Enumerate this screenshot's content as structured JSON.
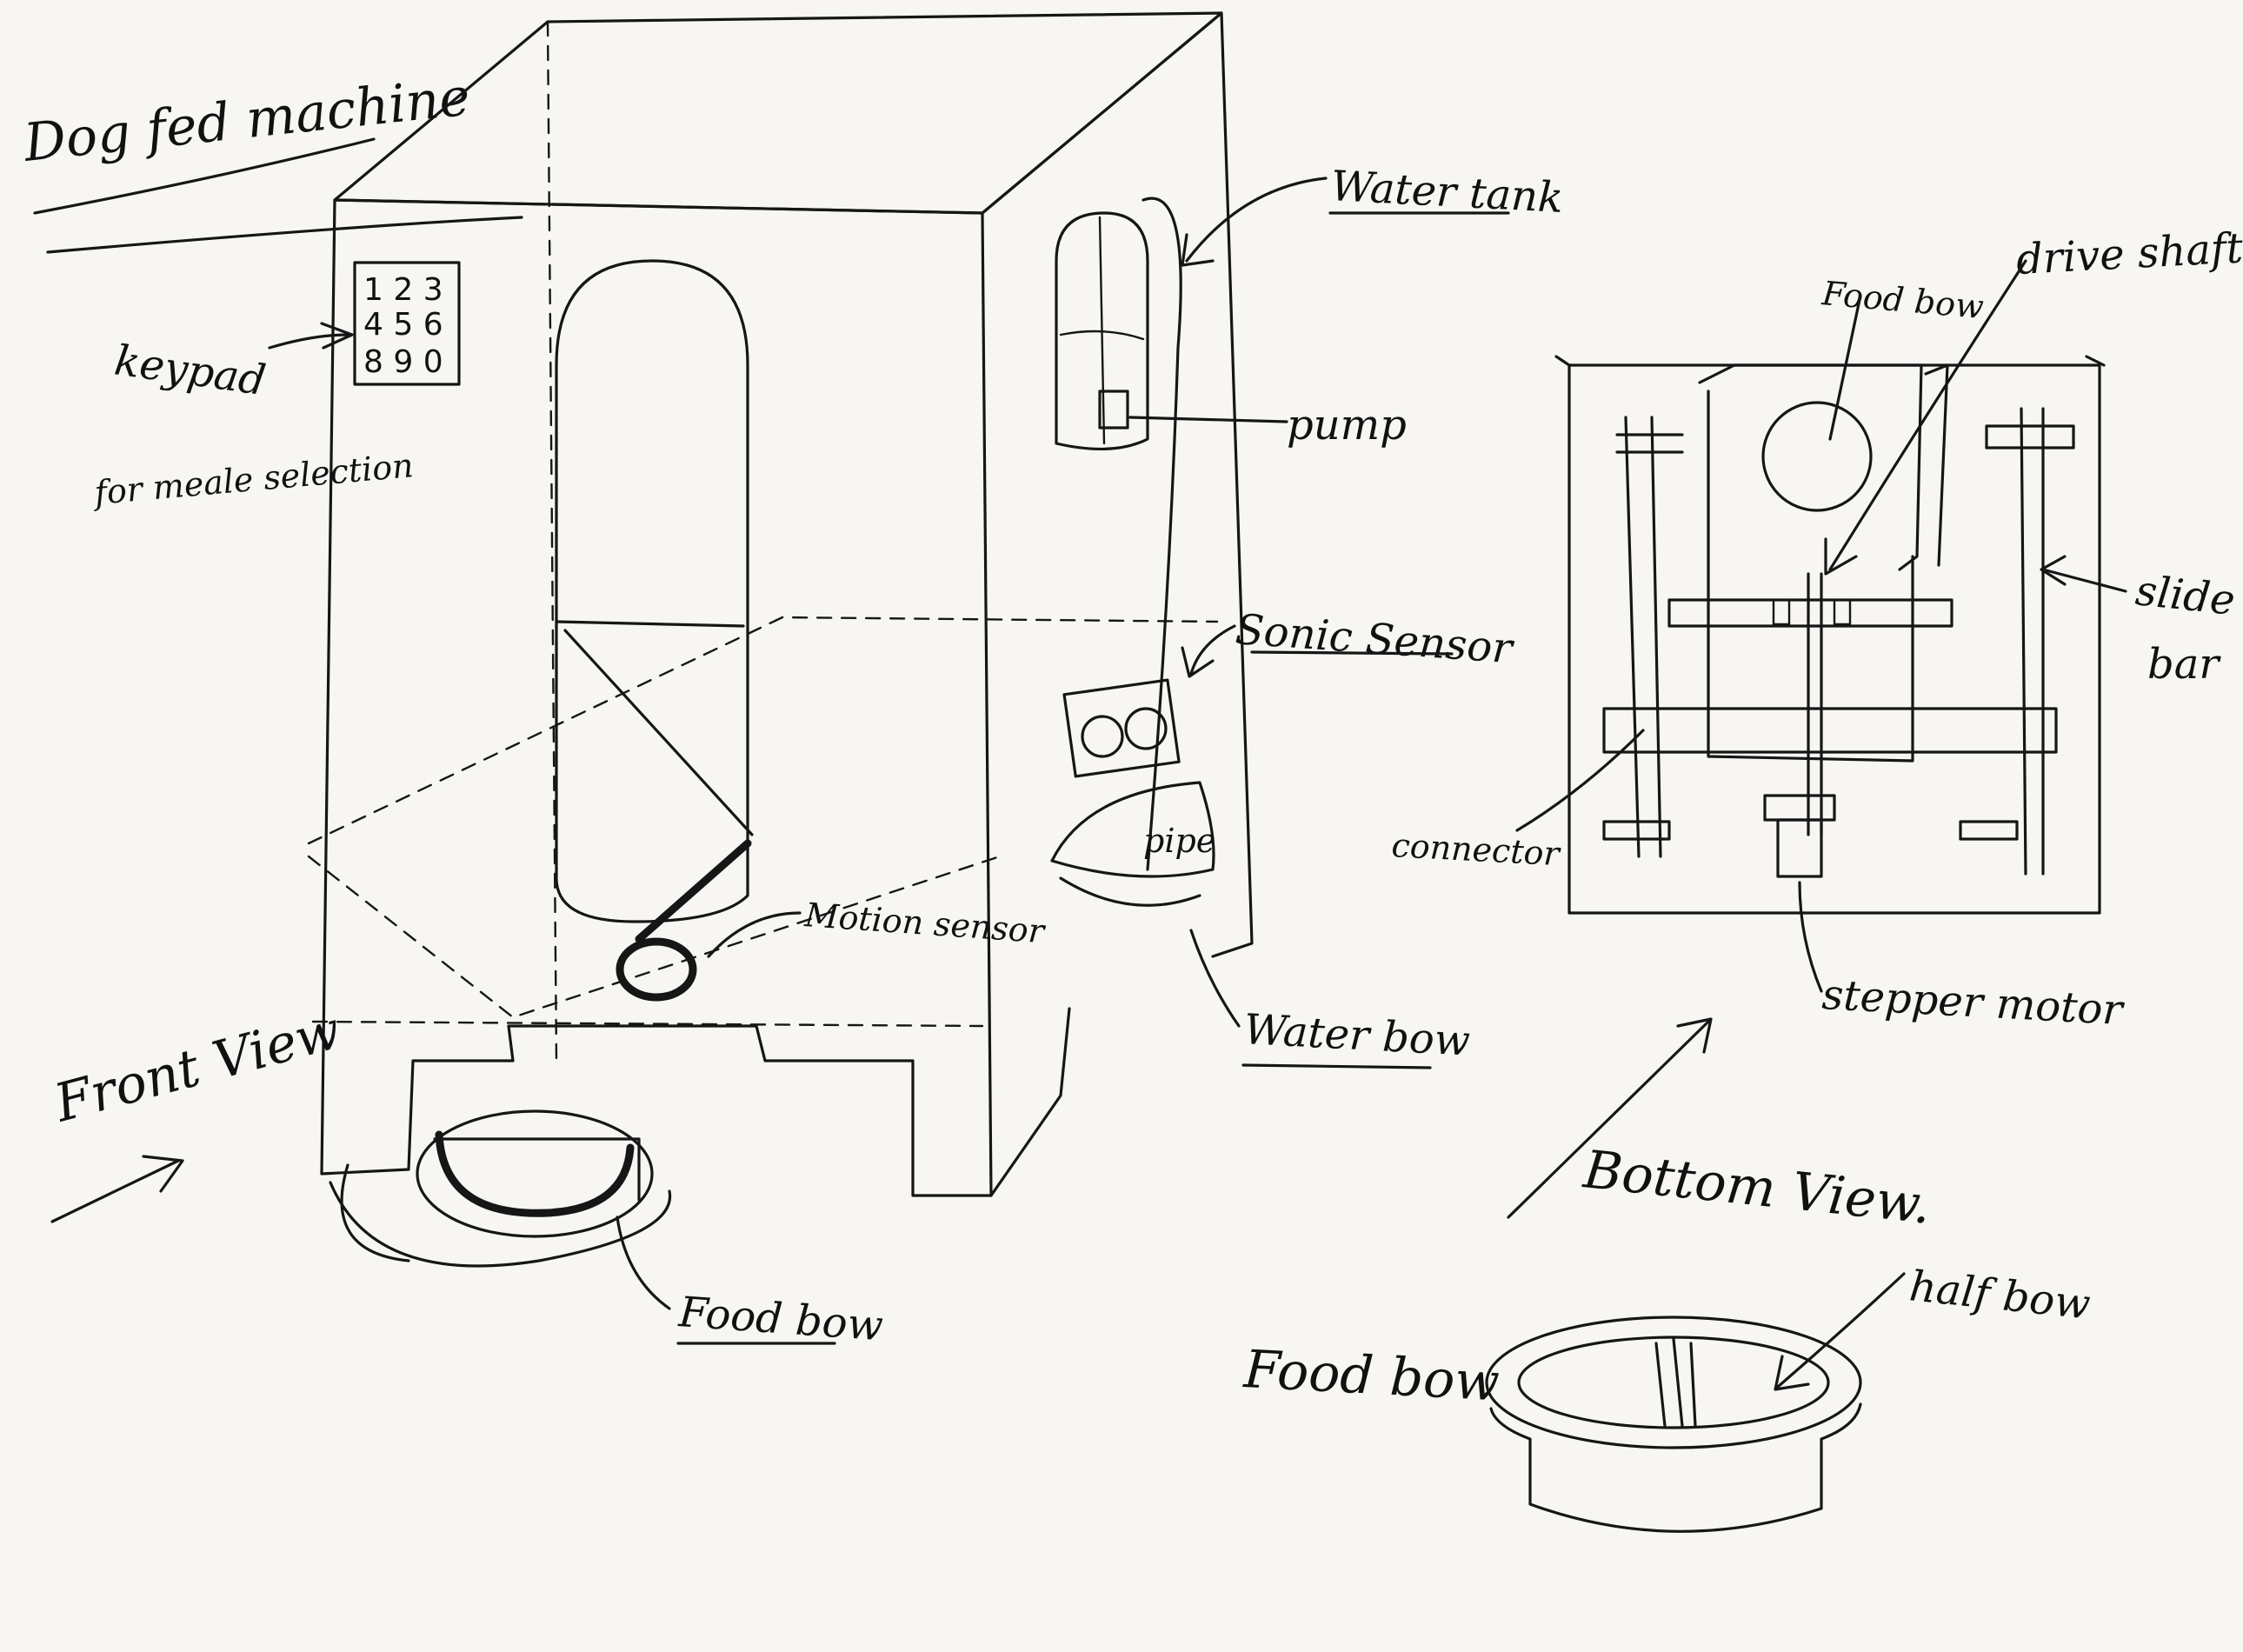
{
  "title": "Dog fed machine",
  "keypad": {
    "label": "keypad",
    "sub_label": "for meale selection",
    "keys": [
      "1 2 3",
      "4 5 6",
      "8 9 0"
    ]
  },
  "labels": {
    "water_tank": "Water tank",
    "pump": "pump",
    "sonic_sensor": "Sonic Sensor",
    "motion_sensor": "Motion sensor",
    "pipe": "pipe",
    "water_bowl": "Water bow",
    "food_bowl_front": "Food bow",
    "front_view": "Front View",
    "food_bowl_bottom": "Food bow",
    "drive_shaft": "drive shaft",
    "slide_bar_1": "slide",
    "slide_bar_2": "bar",
    "connector": "connector",
    "stepper_motor": "stepper motor",
    "bottom_view": "Bottom View.",
    "food_bowl_detail": "Food bow",
    "half_bowl": "half bow"
  }
}
